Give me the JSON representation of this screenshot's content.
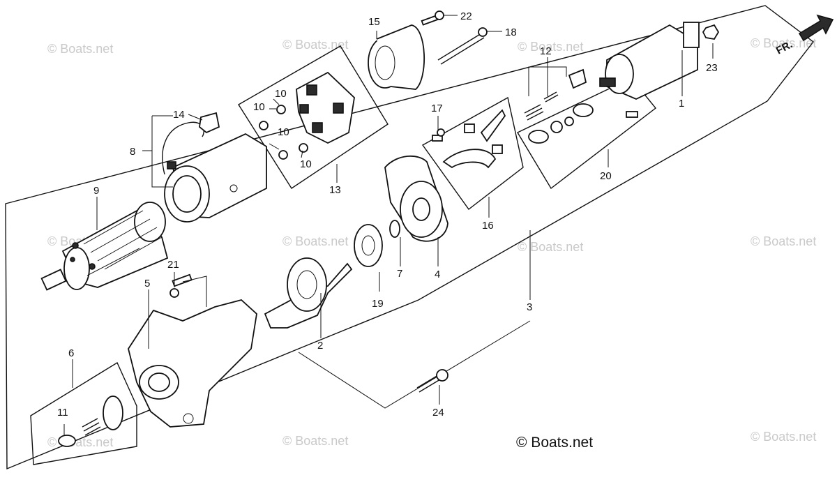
{
  "watermark_text": "© Boats.net",
  "copyright_text": "© Boats.net",
  "direction_label": "FR.",
  "callouts": {
    "c1": "1",
    "c2": "2",
    "c3": "3",
    "c4": "4",
    "c5": "5",
    "c6": "6",
    "c7": "7",
    "c8": "8",
    "c9": "9",
    "c10a": "10",
    "c10b": "10",
    "c10c": "10",
    "c10d": "10",
    "c11": "11",
    "c12": "12",
    "c13": "13",
    "c14": "14",
    "c15": "15",
    "c16": "16",
    "c17": "17",
    "c18": "18",
    "c19": "19",
    "c20": "20",
    "c21": "21",
    "c22": "22",
    "c23": "23",
    "c24": "24"
  }
}
